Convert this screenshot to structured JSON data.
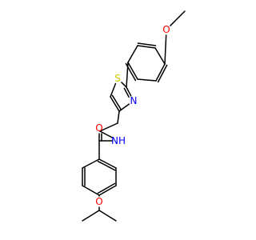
{
  "colors": {
    "bond": "#000000",
    "O": "#ff0000",
    "N": "#0000ff",
    "S": "#cccc00",
    "background": "#ffffff"
  },
  "atom_labels": {
    "o_methoxy": "O",
    "s_thiazole": "S",
    "n_thiazole": "N",
    "nh_amide": "NH",
    "o_carbonyl": "O",
    "o_ether": "O"
  }
}
